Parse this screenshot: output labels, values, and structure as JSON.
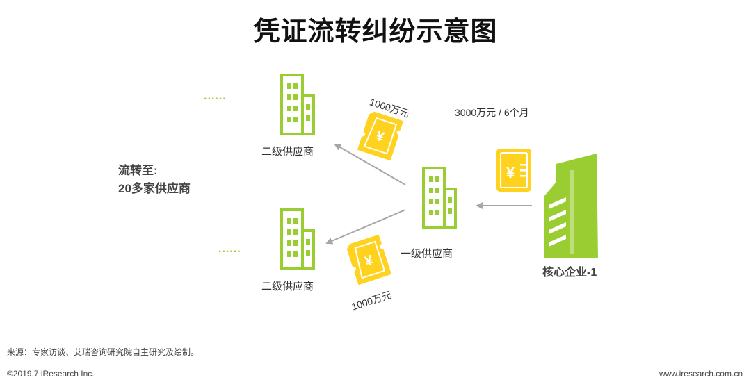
{
  "title": "凭证流转纠纷示意图",
  "left_note": {
    "line1": "流转至:",
    "line2": "20多家供应商"
  },
  "dots": "......",
  "nodes": {
    "core": "核心企业-1",
    "tier1": "一级供应商",
    "tier2_top": "二级供应商",
    "tier2_bottom": "二级供应商"
  },
  "amounts": {
    "core_to_tier1": "3000万元 / 6个月",
    "top_transfer": "1000万元",
    "bottom_transfer": "1000万元"
  },
  "colors": {
    "building_green": "#9ACD32",
    "voucher_yellow": "#FFD21F",
    "arrow_gray": "#A6A6A6"
  },
  "footer": {
    "source": "来源：专家访谈、艾瑞咨询研究院自主研究及绘制。",
    "copyright": "©2019.7 iResearch Inc.",
    "website": "www.iresearch.com.cn"
  }
}
